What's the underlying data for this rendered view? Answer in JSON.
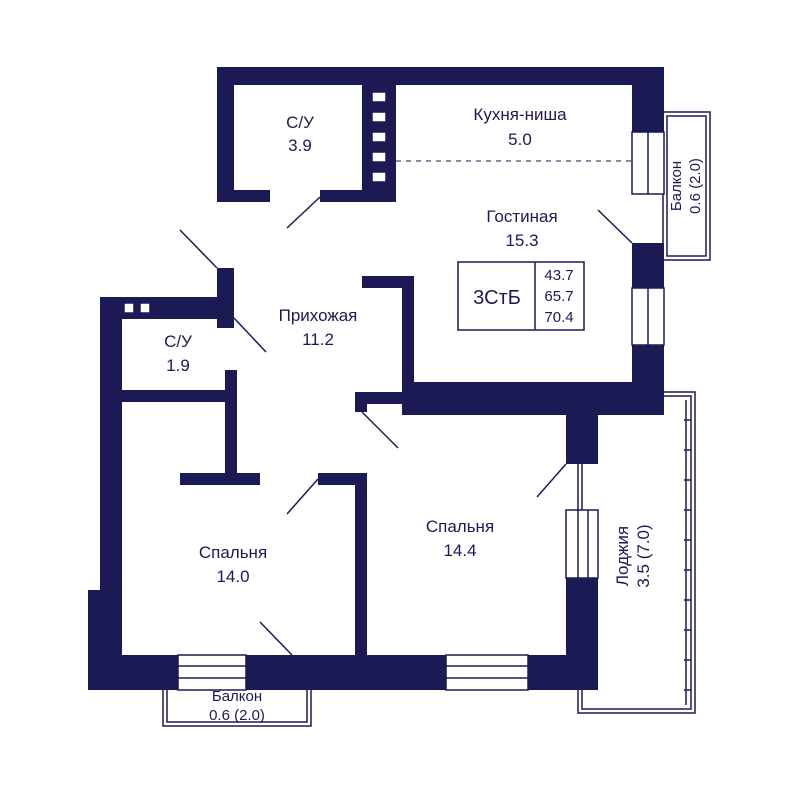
{
  "colors": {
    "wall": "#1b1a55",
    "background": "#ffffff"
  },
  "rooms": {
    "bath1": {
      "name": "С/У",
      "area": "3.9"
    },
    "kitchen": {
      "name": "Кухня-ниша",
      "area": "5.0"
    },
    "living": {
      "name": "Гостиная",
      "area": "15.3"
    },
    "hall": {
      "name": "Прихожая",
      "area": "11.2"
    },
    "bath2": {
      "name": "С/У",
      "area": "1.9"
    },
    "bedroom1": {
      "name": "Спальня",
      "area": "14.0"
    },
    "bedroom2": {
      "name": "Спальня",
      "area": "14.4"
    }
  },
  "balconies": {
    "right": {
      "name": "Балкон",
      "area": "0.6 (2.0)"
    },
    "bottom": {
      "name": "Балкон",
      "area": "0.6 (2.0)"
    },
    "loggia": {
      "name": "Лоджия",
      "area": "3.5 (7.0)"
    }
  },
  "info_box": {
    "code": "3СтБ",
    "values": [
      "43.7",
      "65.7",
      "70.4"
    ]
  }
}
